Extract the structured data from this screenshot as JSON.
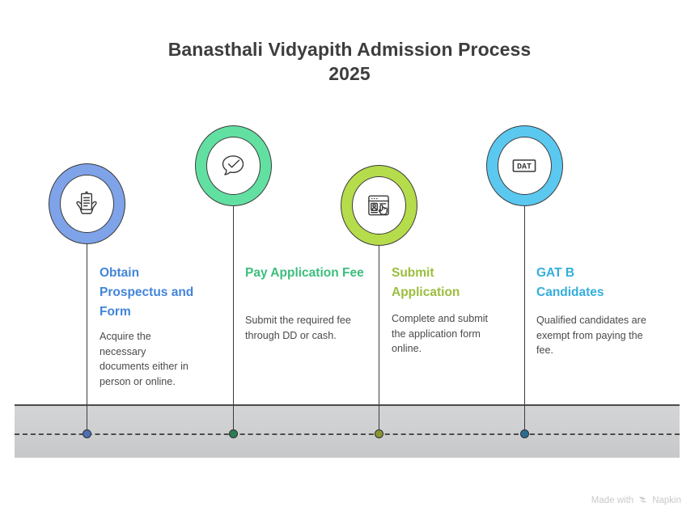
{
  "title": "Banasthali Vidyapith Admission Process\n2025",
  "watermark": {
    "text_before": "Made with",
    "brand": "Napkin",
    "logo_icon": "napkin-chevron-logo"
  },
  "road": {
    "centerline_style": "dashed",
    "fill_color": "#cfd0d2",
    "border_color": "#4b4b4b"
  },
  "milestones": [
    {
      "id": "obtain-prospectus-and-form",
      "heading": "Obtain Prospectus and Form",
      "body": "Acquire the necessary documents either in person or online.",
      "icon": "hands-holding-document-icon",
      "ring_color": "#7FA3E8",
      "heading_color": "#4285D9",
      "dot_color": "#4C6FB5"
    },
    {
      "id": "pay-application-fee",
      "heading": "Pay Application Fee",
      "body": "Submit the required fee through DD or cash.",
      "icon": "speech-bubble-check-icon",
      "ring_color": "#62E0A1",
      "heading_color": "#3BBE7C",
      "dot_color": "#2E7D55"
    },
    {
      "id": "submit-application",
      "heading": "Submit Application",
      "body": "Complete and submit the application form online.",
      "icon": "browser-profile-click-icon",
      "ring_color": "#B5DC4B",
      "heading_color": "#9BBE3C",
      "dot_color": "#8A9630"
    },
    {
      "id": "gat-b-candidates",
      "heading": "GAT B Candidates",
      "body": "Qualified candidates are exempt from paying the fee.",
      "icon": "dat-label-icon",
      "icon_text": "DAT",
      "ring_color": "#5BC8F0",
      "heading_color": "#34AEDC",
      "dot_color": "#2D6C90"
    }
  ]
}
